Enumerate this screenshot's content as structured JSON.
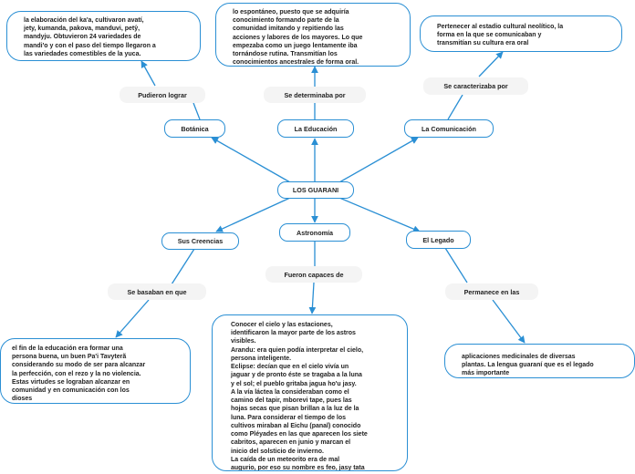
{
  "root": {
    "label": "LOS GUARANI"
  },
  "branches": {
    "botanica": {
      "label": "Botánica",
      "connector": "Pudieron lograr",
      "text": "la elaboración del ka'a, cultivaron avatí,\njety, kumanda, pakova, manduvi, petŷ,\nmandyju. Obtuvieron 24 variedades de\nmandi'o y con el paso del tiempo llegaron a\nlas variedades comestibles de la yuca."
    },
    "educacion": {
      "label": "La Educación",
      "connector": "Se determinaba por",
      "text": "lo espontáneo, puesto que se adquiría\nconocimiento formando parte de la\ncomunidad imitando y repitiendo las\nacciones y labores de los mayores. Lo que\nempezaba como un juego lentamente iba\ntornándose rutina. Transmitían los\nconocimientos ancestrales de forma oral."
    },
    "comunicacion": {
      "label": "La Comunicación",
      "connector": "Se caracterizaba por",
      "text": "Pertenecer al estadio cultural neolítico, la\nforma en la que se comunicaban y\ntransmitían su cultura era oral"
    },
    "creencias": {
      "label": "Sus Creencias",
      "connector": "Se basaban en que",
      "text": "el fin de la educación era formar una\npersona buena, un buen Pa'i Tavyterã\nconsiderando su modo de ser para alcanzar\nla perfección, con el rezo y la no violencia.\nEstas virtudes se lograban alcanzar en\ncomunidad y en comunicación con los\ndioses"
    },
    "astronomia": {
      "label": "Astronomía",
      "connector": "Fueron capaces de",
      "text": "Conocer el cielo y las estaciones,\nidentificaron la mayor parte de los astros\nvisibles.\nArandu: era quien podía interpretar el cielo,\npersona inteligente.\nEclipse: decían que en el cielo vivía un\njaguar y de pronto éste se tragaba a la luna\ny el sol; el pueblo gritaba jagua ho'u jasy.\nA la vía láctea la consideraban como el\ncamino del tapir, mborevi tape, pues las\nhojas secas que pisan brillan a la luz de la\nluna. Para considerar el tiempo de los\ncultivos miraban al Eichu (panal) conocido\ncomo Pléyades en las que aparecen los siete\ncabritos, aparecen en junio y marcan el\ninicio del solsticio de invierno.\nLa caída de un meteorito era de mal\naugurio, por eso su nombre es feo, jasy tata\nrepoti"
    },
    "legado": {
      "label": "El Legado",
      "connector": "Permanece en las",
      "text": "aplicaciones medicinales de diversas\nplantas. La lengua guaraní que es el legado\nmás importante"
    }
  },
  "colors": {
    "line": "#2a8fd4",
    "connector_bg": "#f4f4f4"
  }
}
